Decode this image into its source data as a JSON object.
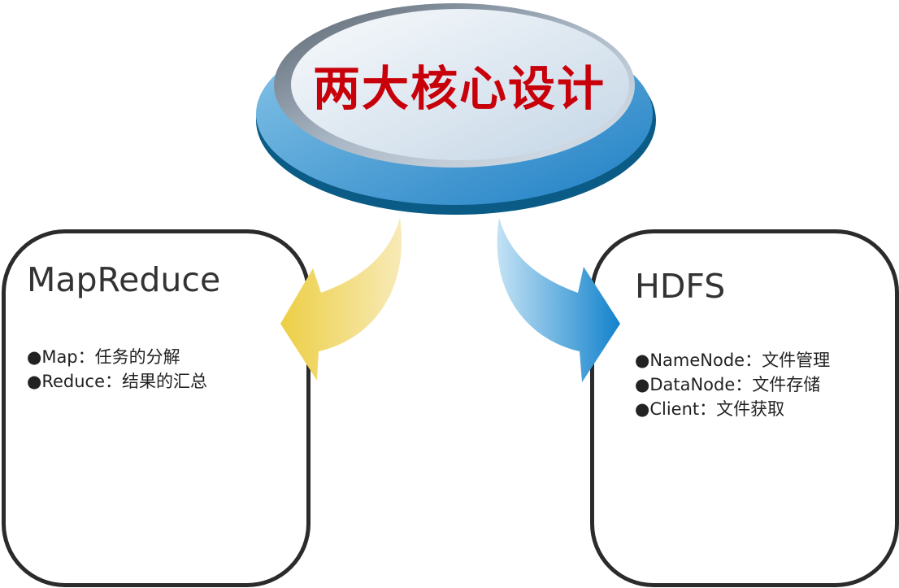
{
  "center": {
    "title": "两大核心设计",
    "colors": {
      "title": "#c8000a",
      "disc_blue": "#3a90cf",
      "disc_dark": "#0a5b85"
    }
  },
  "left_box": {
    "title": "MapReduce",
    "items": [
      "●Map：任务的分解",
      "●Reduce：结果的汇总"
    ],
    "arrow_color": "#f0d050"
  },
  "right_box": {
    "title": "HDFS",
    "items": [
      "●NameNode：文件管理",
      "●DataNode：文件存储",
      "●Client：文件获取"
    ],
    "arrow_color": "#1a86cc"
  }
}
